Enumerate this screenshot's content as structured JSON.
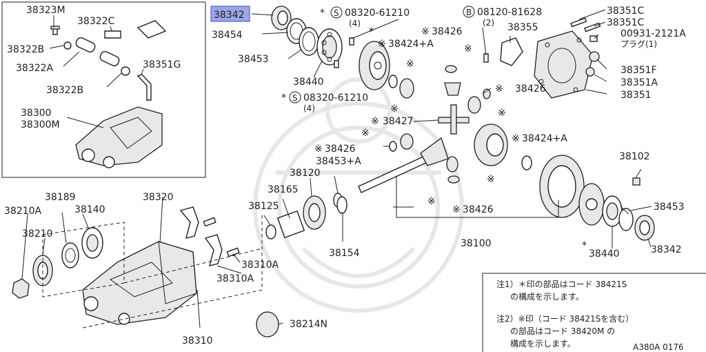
{
  "diagram": {
    "labels": {
      "p38323M": "38323M",
      "p38322C": "38322C",
      "p38322B_a": "38322B",
      "p38322A": "38322A",
      "p38322B_b": "38322B",
      "p38351G": "38351G",
      "p38300": "38300",
      "p38300M": "38300M",
      "p38342_top": "38342",
      "p38454": "38454",
      "p38453_top": "38453",
      "p38440_top": "38440",
      "bolt_s_top": "08320-61210",
      "bolt_s_top_qty": "(4)",
      "bolt_s_bot": "08320-61210",
      "bolt_s_bot_qty": "(4)",
      "p38426_a": "38426",
      "p38424A_a": "38424+A",
      "bolt_b": "08120-81628",
      "bolt_b_qty": "(2)",
      "p38355": "38355",
      "p38351C_a": "38351C",
      "p38351C_b": "38351C",
      "plug": "00931-2121A",
      "plug_jp": "プラグ(1)",
      "p38351F": "38351F",
      "p38351A": "38351A",
      "p38351": "38351",
      "p38426_b": "38426",
      "p38427": "38427",
      "p38426_c": "38426",
      "p38424A_b": "38424+A",
      "p38453A": "38453+A",
      "p38120": "38120",
      "p38165": "38165",
      "p38125": "38125",
      "p38154": "38154",
      "p38426_d": "38426",
      "p38100": "38100",
      "p38102": "38102",
      "p38453_right": "38453",
      "p38440_right": "38440",
      "p38342_right": "38342",
      "p38210A": "38210A",
      "p38189": "38189",
      "p38140": "38140",
      "p38320": "38320",
      "p38210": "38210",
      "p38310A_a": "38310A",
      "p38310A_b": "38310A",
      "p38214N": "38214N",
      "p38310": "38310"
    },
    "markers": {
      "kome": "※",
      "asterisk": "*",
      "s_circle": "S",
      "b_circle": "B"
    },
    "notes": {
      "n1_line1": "注1）＊印の部品はコード 38421S",
      "n1_line2": "の構成を示します。",
      "n2_line1": "注2）※印（コード 38421Sを含む）",
      "n2_line2": "の部品はコード 38420M の",
      "n2_line3": "構成を示します。"
    },
    "figure_code": "A380A 0176",
    "colors": {
      "highlight_fill": "#9ba6e8",
      "highlight_stroke": "#3b4cc0",
      "ink": "#1e1e1e",
      "watermark": "#e7e7e7"
    }
  }
}
